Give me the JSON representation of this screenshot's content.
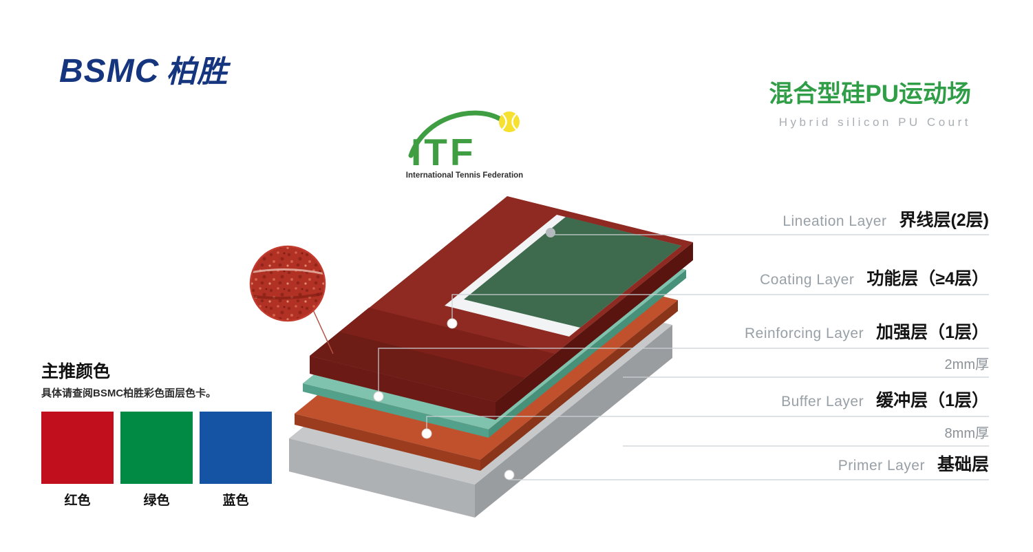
{
  "brand": {
    "name": "BSMC",
    "name_cn": "柏胜"
  },
  "title": {
    "cn": "混合型硅PU运动场",
    "en": "Hybrid silicon PU Court"
  },
  "itf": {
    "acronym": "ITF",
    "full_name": "International Tennis Federation"
  },
  "diagram": {
    "layers": [
      {
        "id": "lineation",
        "en": "Lineation Layer",
        "cn": "界线层(2层)"
      },
      {
        "id": "coating",
        "en": "Coating Layer",
        "cn": "功能层（≥4层）"
      },
      {
        "id": "reinforcing",
        "en": "Reinforcing Layer",
        "cn": "加强层（1层）",
        "thickness": "2mm厚"
      },
      {
        "id": "buffer",
        "en": "Buffer Layer",
        "cn": "缓冲层（1层）",
        "thickness": "8mm厚"
      },
      {
        "id": "primer",
        "en": "Primer Layer",
        "cn": "基础层"
      }
    ]
  },
  "colors_section": {
    "heading": "主推颜色",
    "note": "具体请查阅BSMC柏胜彩色面层色卡。",
    "swatches": [
      {
        "label": "红色",
        "hex": "#c20f1e"
      },
      {
        "label": "绿色",
        "hex": "#008a43"
      },
      {
        "label": "蓝色",
        "hex": "#1553a5"
      }
    ]
  },
  "palette": {
    "brand_blue": "#16357f",
    "title_green": "#2f9e47",
    "itf_green": "#3f9e41",
    "ball_yellow": "#f6e030",
    "court_green": "#3e6a4e",
    "line_white": "#f2f3f4",
    "coating_red": "#8e2a21",
    "reinforcing_teal": "#7fc3ae",
    "buffer_orange": "#c1512c",
    "primer_gray": "#c6c8ca"
  }
}
